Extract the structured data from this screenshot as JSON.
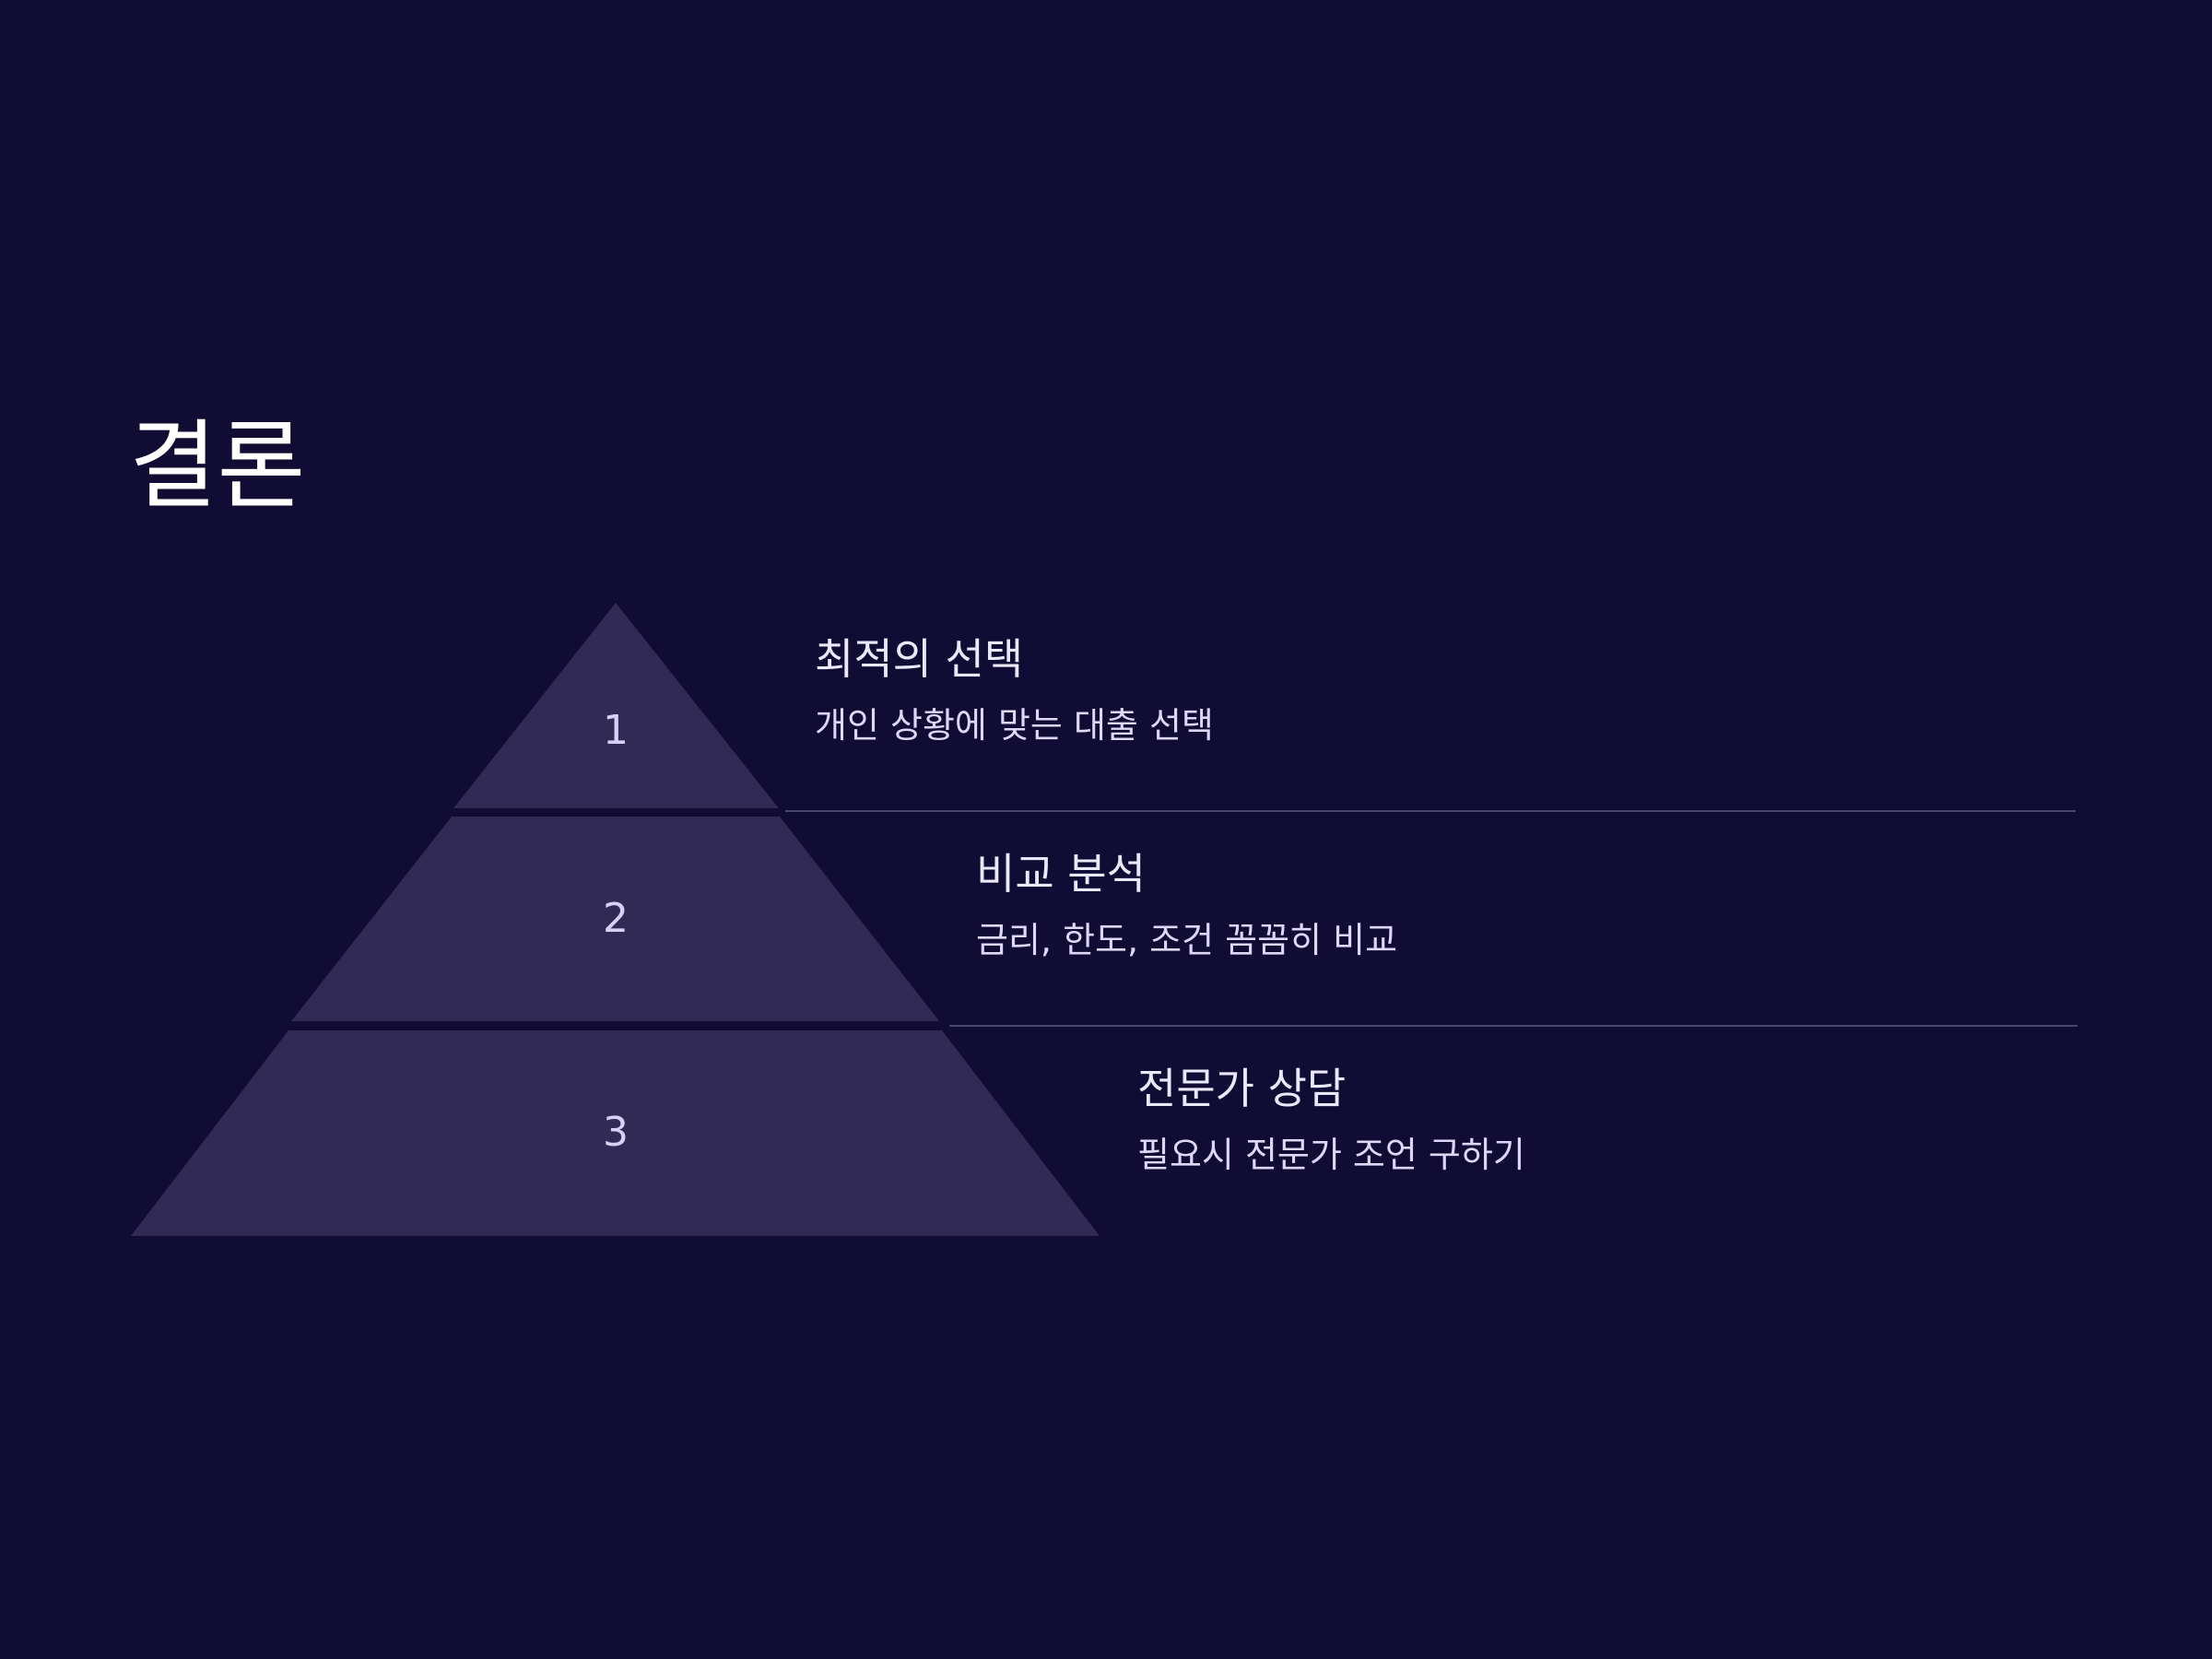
{
  "page": {
    "title": "결론",
    "background_color": "#100c34"
  },
  "colors": {
    "tier_fill": "#302a55",
    "separator": "#4b4670",
    "heading_text": "#eae8fb",
    "description_text": "#dcd8f6"
  },
  "steps": [
    {
      "number": "1",
      "heading": "최적의 선택",
      "description": "개인 상황에 맞는 대출 선택"
    },
    {
      "number": "2",
      "heading": "비교 분석",
      "description": "금리, 한도, 조건 꼼꼼히 비교"
    },
    {
      "number": "3",
      "heading": "전문가 상담",
      "description": "필요시 전문가 조언 구하기"
    }
  ]
}
